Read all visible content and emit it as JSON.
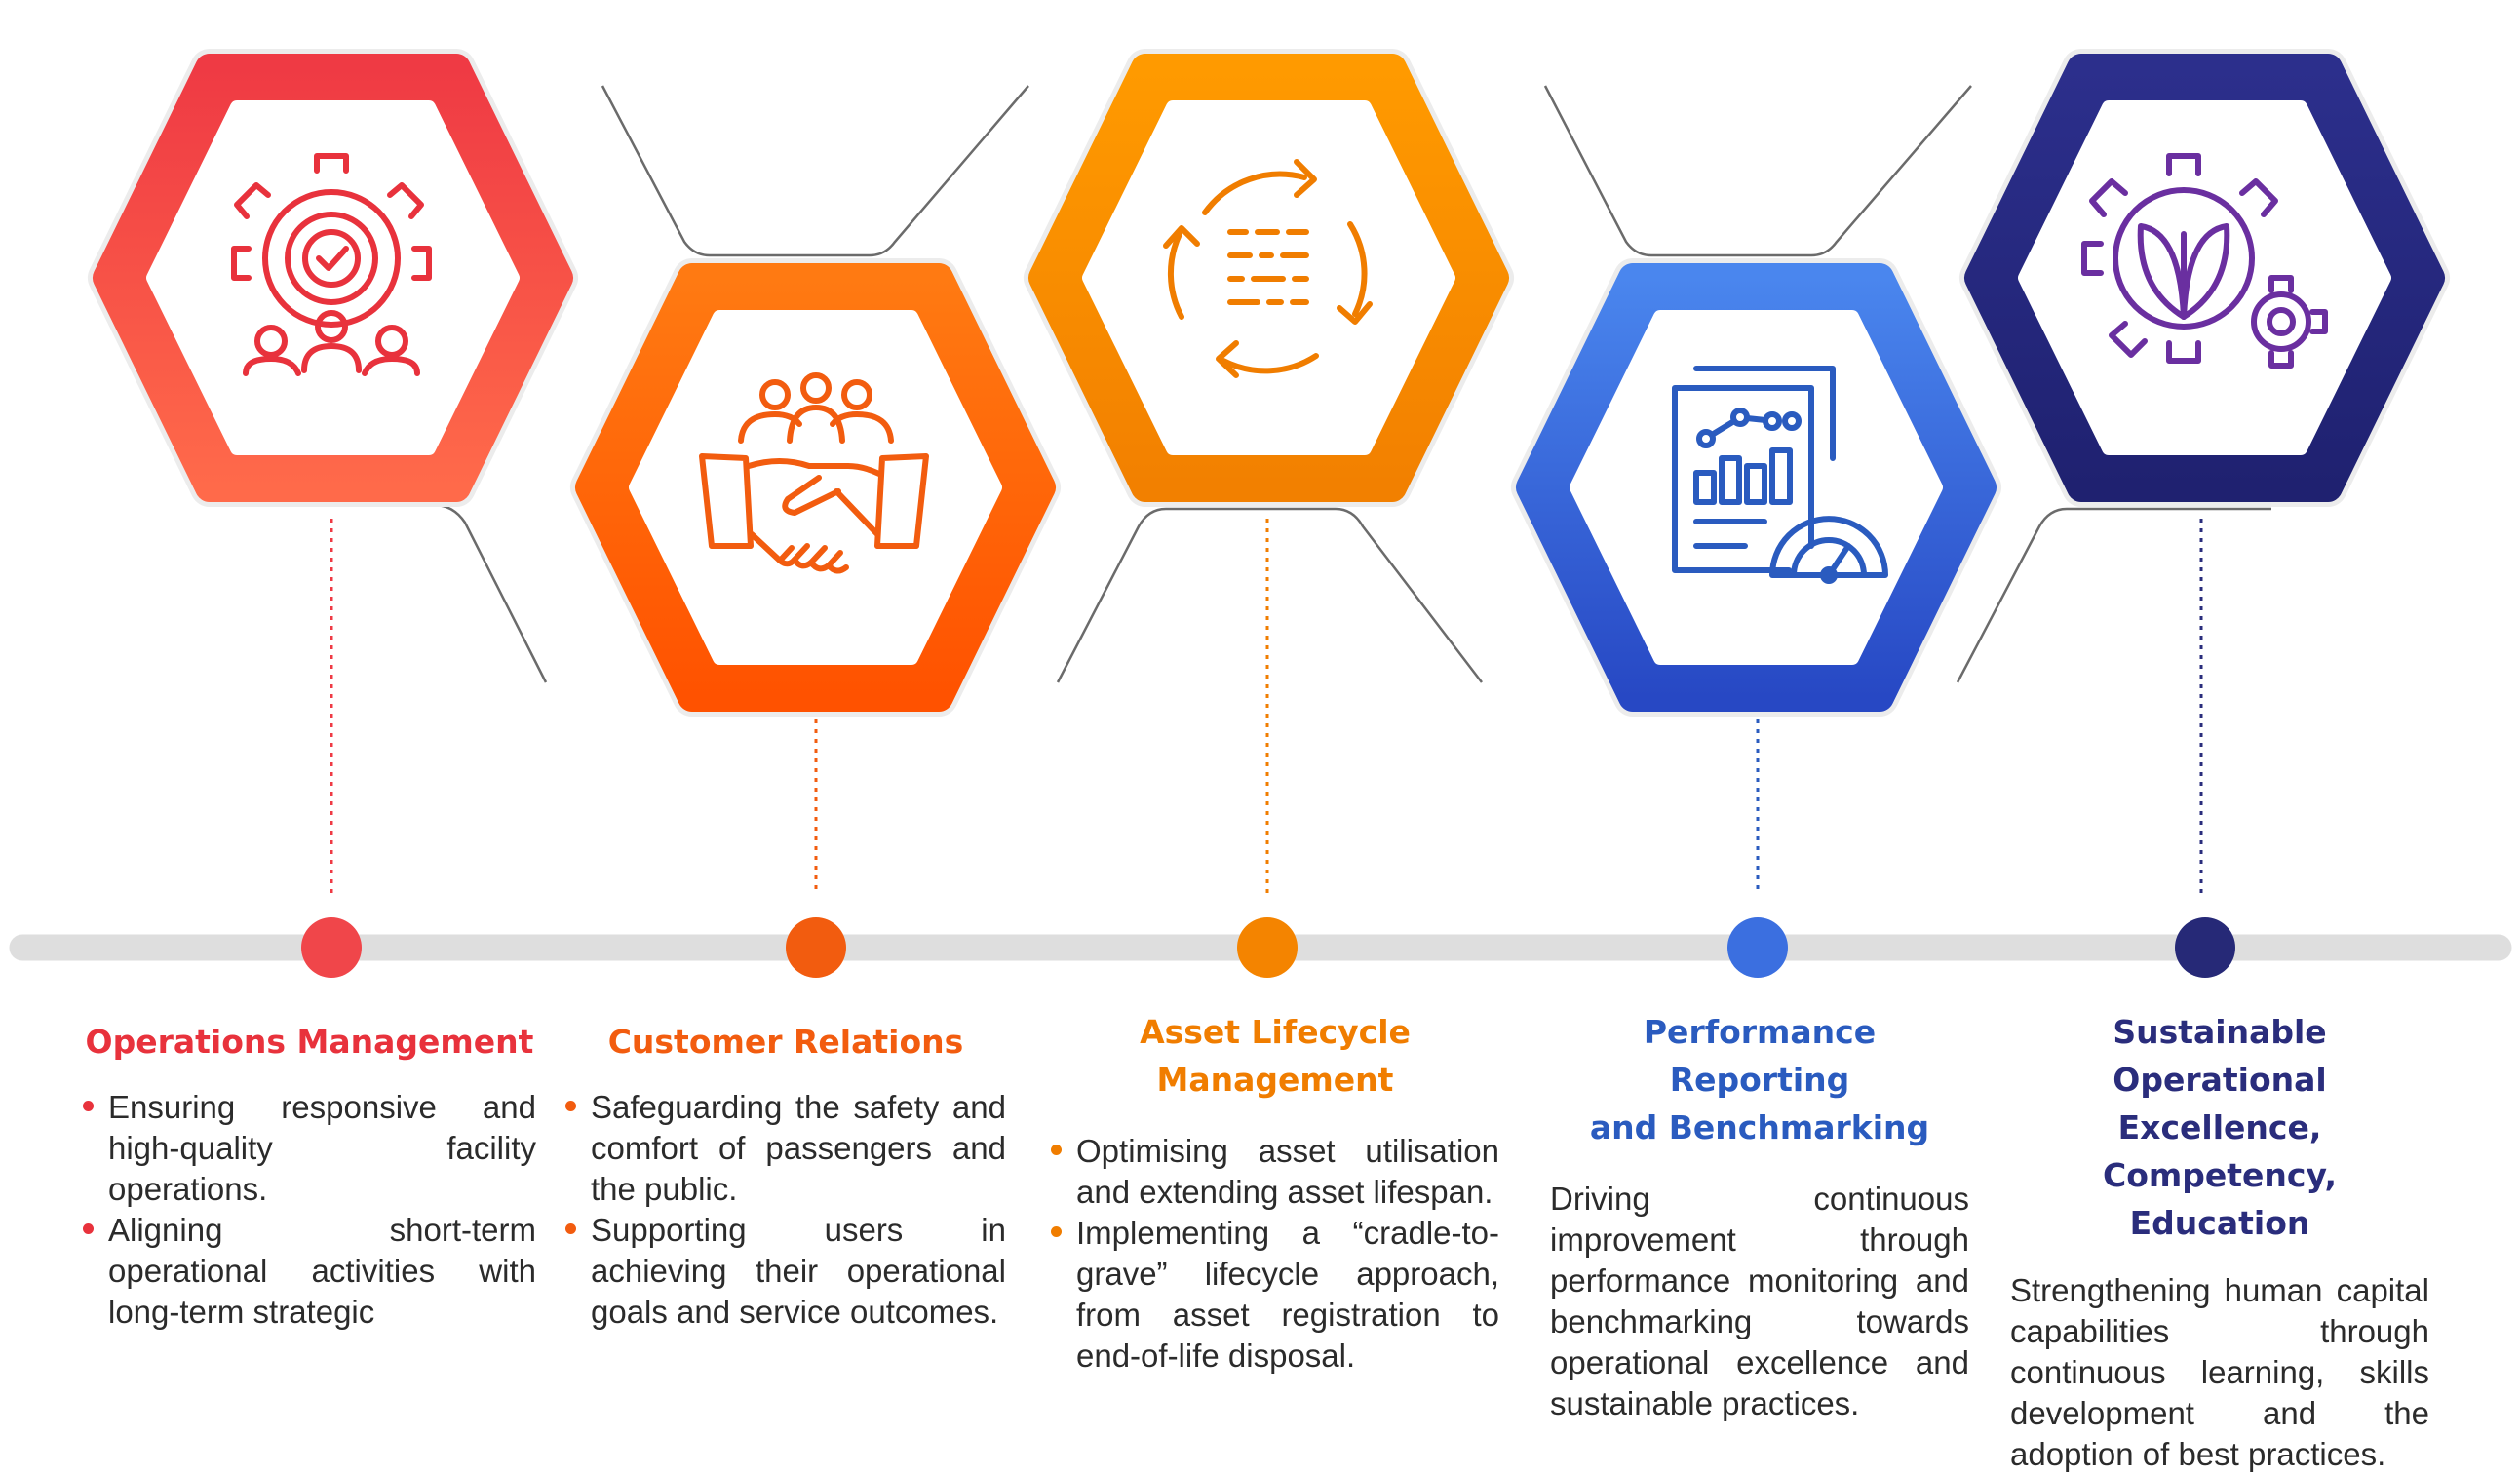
{
  "columns": [
    {
      "title": "Operations Management",
      "color": "#e8323c",
      "icon": "gear-team-check-icon",
      "bullets": [
        "Ensuring responsive and high-quality facility operations.",
        "Aligning short-term operational activities with long-term strategic"
      ]
    },
    {
      "title": "Customer Relations",
      "color": "#f25c0f",
      "icon": "handshake-team-icon",
      "bullets": [
        "Safeguarding the safety and comfort of passengers and the public.",
        "Supporting users in achieving their operational goals and service outcomes."
      ]
    },
    {
      "title_lines": [
        "Asset Lifecycle",
        "Management"
      ],
      "color": "#f07d00",
      "icon": "lifecycle-cycle-icon",
      "bullets": [
        "Optimising asset utilisation and extending asset lifespan.",
        "Implementing a “cradle-to-grave” lifecycle approach, from asset registration to end-of-life disposal."
      ]
    },
    {
      "title_lines": [
        "Performance Reporting",
        "and Benchmarking"
      ],
      "color": "#2a5bbf",
      "icon": "report-dashboard-icon",
      "text": "Driving continuous improvement through performance monitoring and benchmarking towards operational excellence and sustainable practices."
    },
    {
      "title_lines": [
        "Sustainable",
        "Operational Excellence,",
        "Competency, Education"
      ],
      "color": "#2a2d7c",
      "icon": "leaf-gear-icon",
      "text": "Strengthening human capital capabilities through continuous learning, skills development and the adoption of best practices."
    }
  ]
}
